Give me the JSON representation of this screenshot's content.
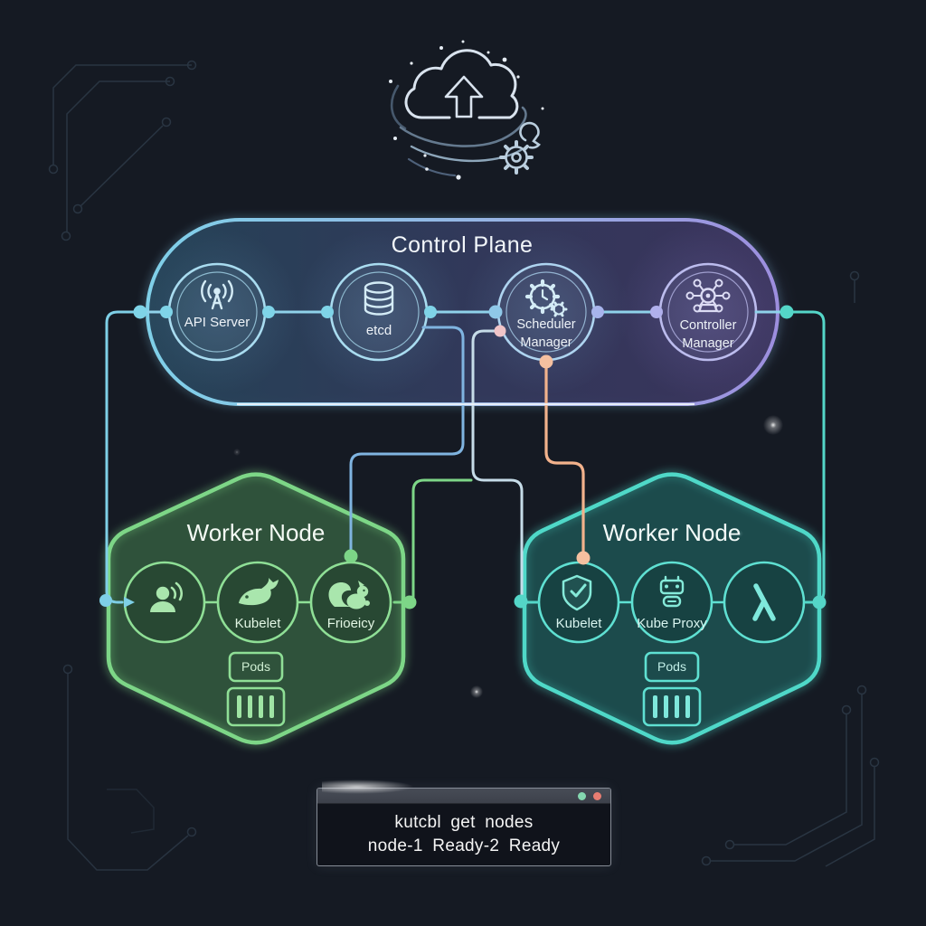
{
  "diagram": {
    "cloud_decor": {
      "icons": [
        "cloud-upload-icon",
        "gear-wrench-icon"
      ]
    },
    "control_plane": {
      "title": "Control Plane",
      "nodes": [
        {
          "label": "API Server",
          "icon": "broadcast-antenna-icon"
        },
        {
          "label": "etcd",
          "icon": "database-icon"
        },
        {
          "label": "Scheduler Manager",
          "icon": "gear-clock-icon"
        },
        {
          "label": "Controller Manager",
          "icon": "network-hub-icon"
        }
      ]
    },
    "worker_node_left": {
      "title": "Worker Node",
      "components": [
        {
          "label": "",
          "icon": "person-broadcast-icon"
        },
        {
          "label": "Kubelet",
          "icon": "whale-icon"
        },
        {
          "label": "Frioeicy",
          "icon": "squirrel-icon"
        }
      ],
      "pods_label": "Pods",
      "pod_icon": "container-bars-icon"
    },
    "worker_node_right": {
      "title": "Worker Node",
      "components": [
        {
          "label": "Kubelet",
          "icon": "shield-check-icon"
        },
        {
          "label": "Kube Proxy",
          "icon": "robot-icon"
        },
        {
          "label": "",
          "icon": "lambda-icon"
        }
      ],
      "pods_label": "Pods",
      "pod_icon": "container-bars-icon"
    },
    "terminal": {
      "lines": [
        "kutcbl get nodes",
        "node-1 Ready-2 Ready"
      ],
      "window_controls": [
        "minimize-dot-green",
        "close-dot-red"
      ]
    },
    "colors": {
      "background": "#151a23",
      "control_plane_border_left": "#7fd0e8",
      "control_plane_border_right": "#9d8ede",
      "worker_left_accent": "#7dd687",
      "worker_right_accent": "#4fd8c8",
      "connector_cyan": "#7ecfe6",
      "connector_blue": "#7fb4e0",
      "connector_orange": "#f2b28c",
      "terminal_dot_green": "#84d8b0",
      "terminal_dot_red": "#e87d72"
    }
  }
}
